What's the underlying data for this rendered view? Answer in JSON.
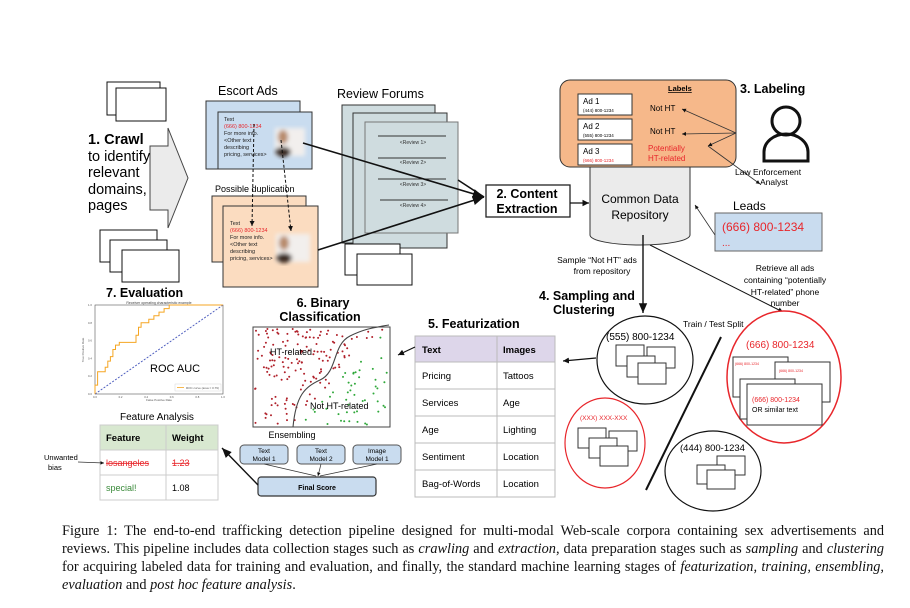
{
  "crawl": {
    "title": "1. Crawl",
    "lines": [
      "to identify",
      "relevant",
      "domains,",
      "pages"
    ]
  },
  "escort_ads": {
    "title": "Escort Ads",
    "ad_lines": [
      "Text",
      "(666) 800-1234",
      "For more info.",
      "<Other text",
      "describing",
      "pricing, services>"
    ],
    "duplication": "Possible duplication"
  },
  "review_forums": {
    "title": "Review Forums",
    "reviews": [
      "<Review 1>",
      "<Review 2>",
      "<Review 3>",
      "<Review 4>"
    ]
  },
  "extraction": {
    "line1": "2. Content",
    "line2": "Extraction"
  },
  "repository": {
    "line1": "Common Data",
    "line2": "Repository"
  },
  "labels": {
    "title": "Labels",
    "ads": [
      {
        "name": "Ad 1",
        "phone": "(444) 800-1234",
        "label": "Not HT"
      },
      {
        "name": "Ad 2",
        "phone": "(555) 800-1234",
        "label": "Not HT"
      },
      {
        "name": "Ad 3",
        "phone": "(666) 800-1234",
        "label": "Potentially",
        "label2": "HT-related"
      }
    ]
  },
  "labeling": {
    "title": "3. Labeling",
    "analyst1": "Law Enforcement",
    "analyst2": "Analyst"
  },
  "leads": {
    "title": "Leads",
    "phone": "(666) 800-1234",
    "more": "..."
  },
  "sample_note": {
    "line1": "Sample “Not HT” ads",
    "line2": "from repository"
  },
  "retrieve_note": {
    "lines": [
      "Retrieve all ads",
      "containing “potentially",
      "HT-related” phone",
      "number"
    ]
  },
  "sampling": {
    "title1": "4. Sampling and",
    "title2": "Clustering",
    "split": "Train / Test Split",
    "cluster_555": "(555) 800-1234",
    "cluster_xxx": "(XXX) XXX-XXX",
    "cluster_444": "(444) 800-1234",
    "cluster_666": "(666) 800-1234",
    "small_phone": "(666) 800-1234",
    "similar1": "(666) 800-1234",
    "similar2": "OR similar text"
  },
  "featurization": {
    "title": "5. Featurization",
    "headers": [
      "Text",
      "Images"
    ],
    "rows": [
      [
        "Pricing",
        "Tattoos"
      ],
      [
        "Services",
        "Age"
      ],
      [
        "Age",
        "Lighting"
      ],
      [
        "Sentiment",
        "Location"
      ],
      [
        "Bag-of-Words",
        "Location"
      ]
    ]
  },
  "classification": {
    "title1": "6. Binary",
    "title2": "Classification",
    "ht": "HT-related",
    "not_ht": "Not HT-related"
  },
  "ensembling": {
    "title": "Ensembling",
    "models": [
      [
        "Text",
        "Model 1"
      ],
      [
        "Text",
        "Model 2"
      ],
      [
        "Image",
        "Model 1"
      ]
    ],
    "final": "Final Score"
  },
  "evaluation": {
    "title": "7. Evaluation",
    "roc_title": "Receiver operating characteristic example",
    "roc_label": "ROC AUC",
    "roc_legend": "ROC curve (area = 0.79)",
    "xlabel": "False Positive Rate",
    "ylabel": "True Positive Rate",
    "ticks": [
      "0.0",
      "0.2",
      "0.4",
      "0.6",
      "0.8",
      "1.0"
    ]
  },
  "feature_analysis": {
    "title": "Feature Analysis",
    "headers": [
      "Feature",
      "Weight"
    ],
    "rows": [
      [
        "losangeles",
        "1.23"
      ],
      [
        "special!",
        "1.08"
      ]
    ],
    "bias1": "Unwanted",
    "bias2": "bias"
  },
  "caption": {
    "p1": "Figure 1: The end-to-end trafficking detection pipeline designed for multi-modal Web-scale corpora containing sex advertisements and reviews. This pipeline includes data collection stages such as ",
    "i1": "crawling",
    "p2": " and ",
    "i2": "extraction",
    "p3": ", data preparation stages such as ",
    "i3": "sampling",
    "p4": " and ",
    "i4": "clustering",
    "p5": " for acquiring labeled data for training and evaluation, and finally, the standard machine learning stages of ",
    "i5": "featurization, training, ensembling, evaluation",
    "p6": " and ",
    "i6": "post hoc feature analysis",
    "p7": "."
  },
  "colors": {
    "red": "#e8262b",
    "blue_card": "#c9dcef",
    "orange_card": "#fbdcc0",
    "labels_bg": "#f6b88a",
    "review": "#cfdcdf",
    "purple_header": "#ddd6ea",
    "green_header": "#d8e8d0",
    "ht_dot": "#b0202a",
    "not_ht_dot": "#2fa83a"
  }
}
